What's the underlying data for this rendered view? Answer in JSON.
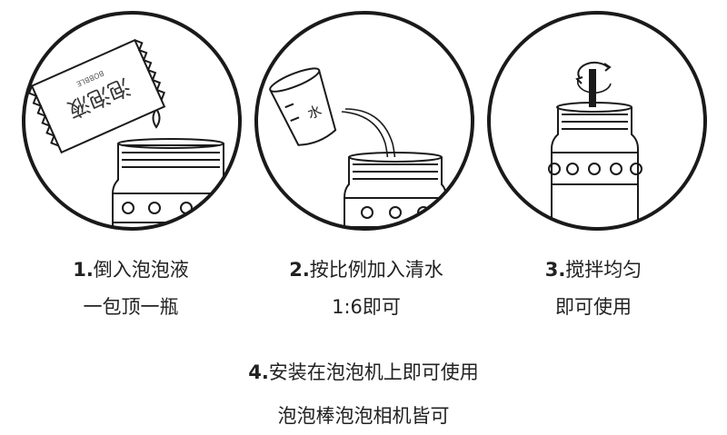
{
  "steps": [
    {
      "num": "1.",
      "title": "倒入泡泡液",
      "sub": "一包顶一瓶",
      "packet_text": "泡泡液",
      "packet_brand": "BOBBLE"
    },
    {
      "num": "2.",
      "title": "按比例加入清水",
      "sub": "1:6即可",
      "cup_label": "水"
    },
    {
      "num": "3.",
      "title": "搅拌均匀",
      "sub": "即可使用"
    }
  ],
  "final": {
    "num": "4.",
    "title": "安装在泡泡机上即可使用",
    "sub": "泡泡棒泡泡相机皆可"
  },
  "colors": {
    "outline": "#1a1a1a",
    "text": "#222222"
  }
}
